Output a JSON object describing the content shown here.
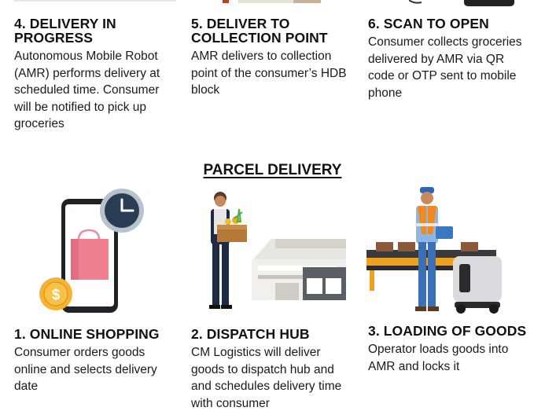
{
  "top_steps": [
    {
      "title": "4. DELIVERY IN PROGRESS",
      "desc": "Autonomous Mobile Robot (AMR) performs delivery at scheduled time. Consumer will be notified to pick up groceries"
    },
    {
      "title": "5. DELIVER TO COLLECTION POINT",
      "desc": "AMR delivers to collection point of the consumer’s HDB block"
    },
    {
      "title": "6. SCAN TO OPEN",
      "desc": "Consumer collects groceries delivered by AMR via QR code or OTP sent to mobile phone"
    }
  ],
  "section": {
    "title": "PARCEL DELIVERY"
  },
  "bottom_steps": [
    {
      "title": "1. ONLINE SHOPPING",
      "desc": "Consumer orders goods online and selects delivery date"
    },
    {
      "title": "2. DISPATCH HUB",
      "desc": "CM Logistics will deliver goods to dispatch hub and and schedules delivery time with consumer"
    },
    {
      "title": "3. LOADING OF GOODS",
      "desc": "Operator loads goods into AMR and locks it"
    }
  ],
  "icons": {
    "currency_symbol": "$"
  },
  "colors": {
    "navy": "#2a3d55",
    "orange": "#f0a020",
    "pink": "#f08090",
    "gold": "#f5b335"
  }
}
